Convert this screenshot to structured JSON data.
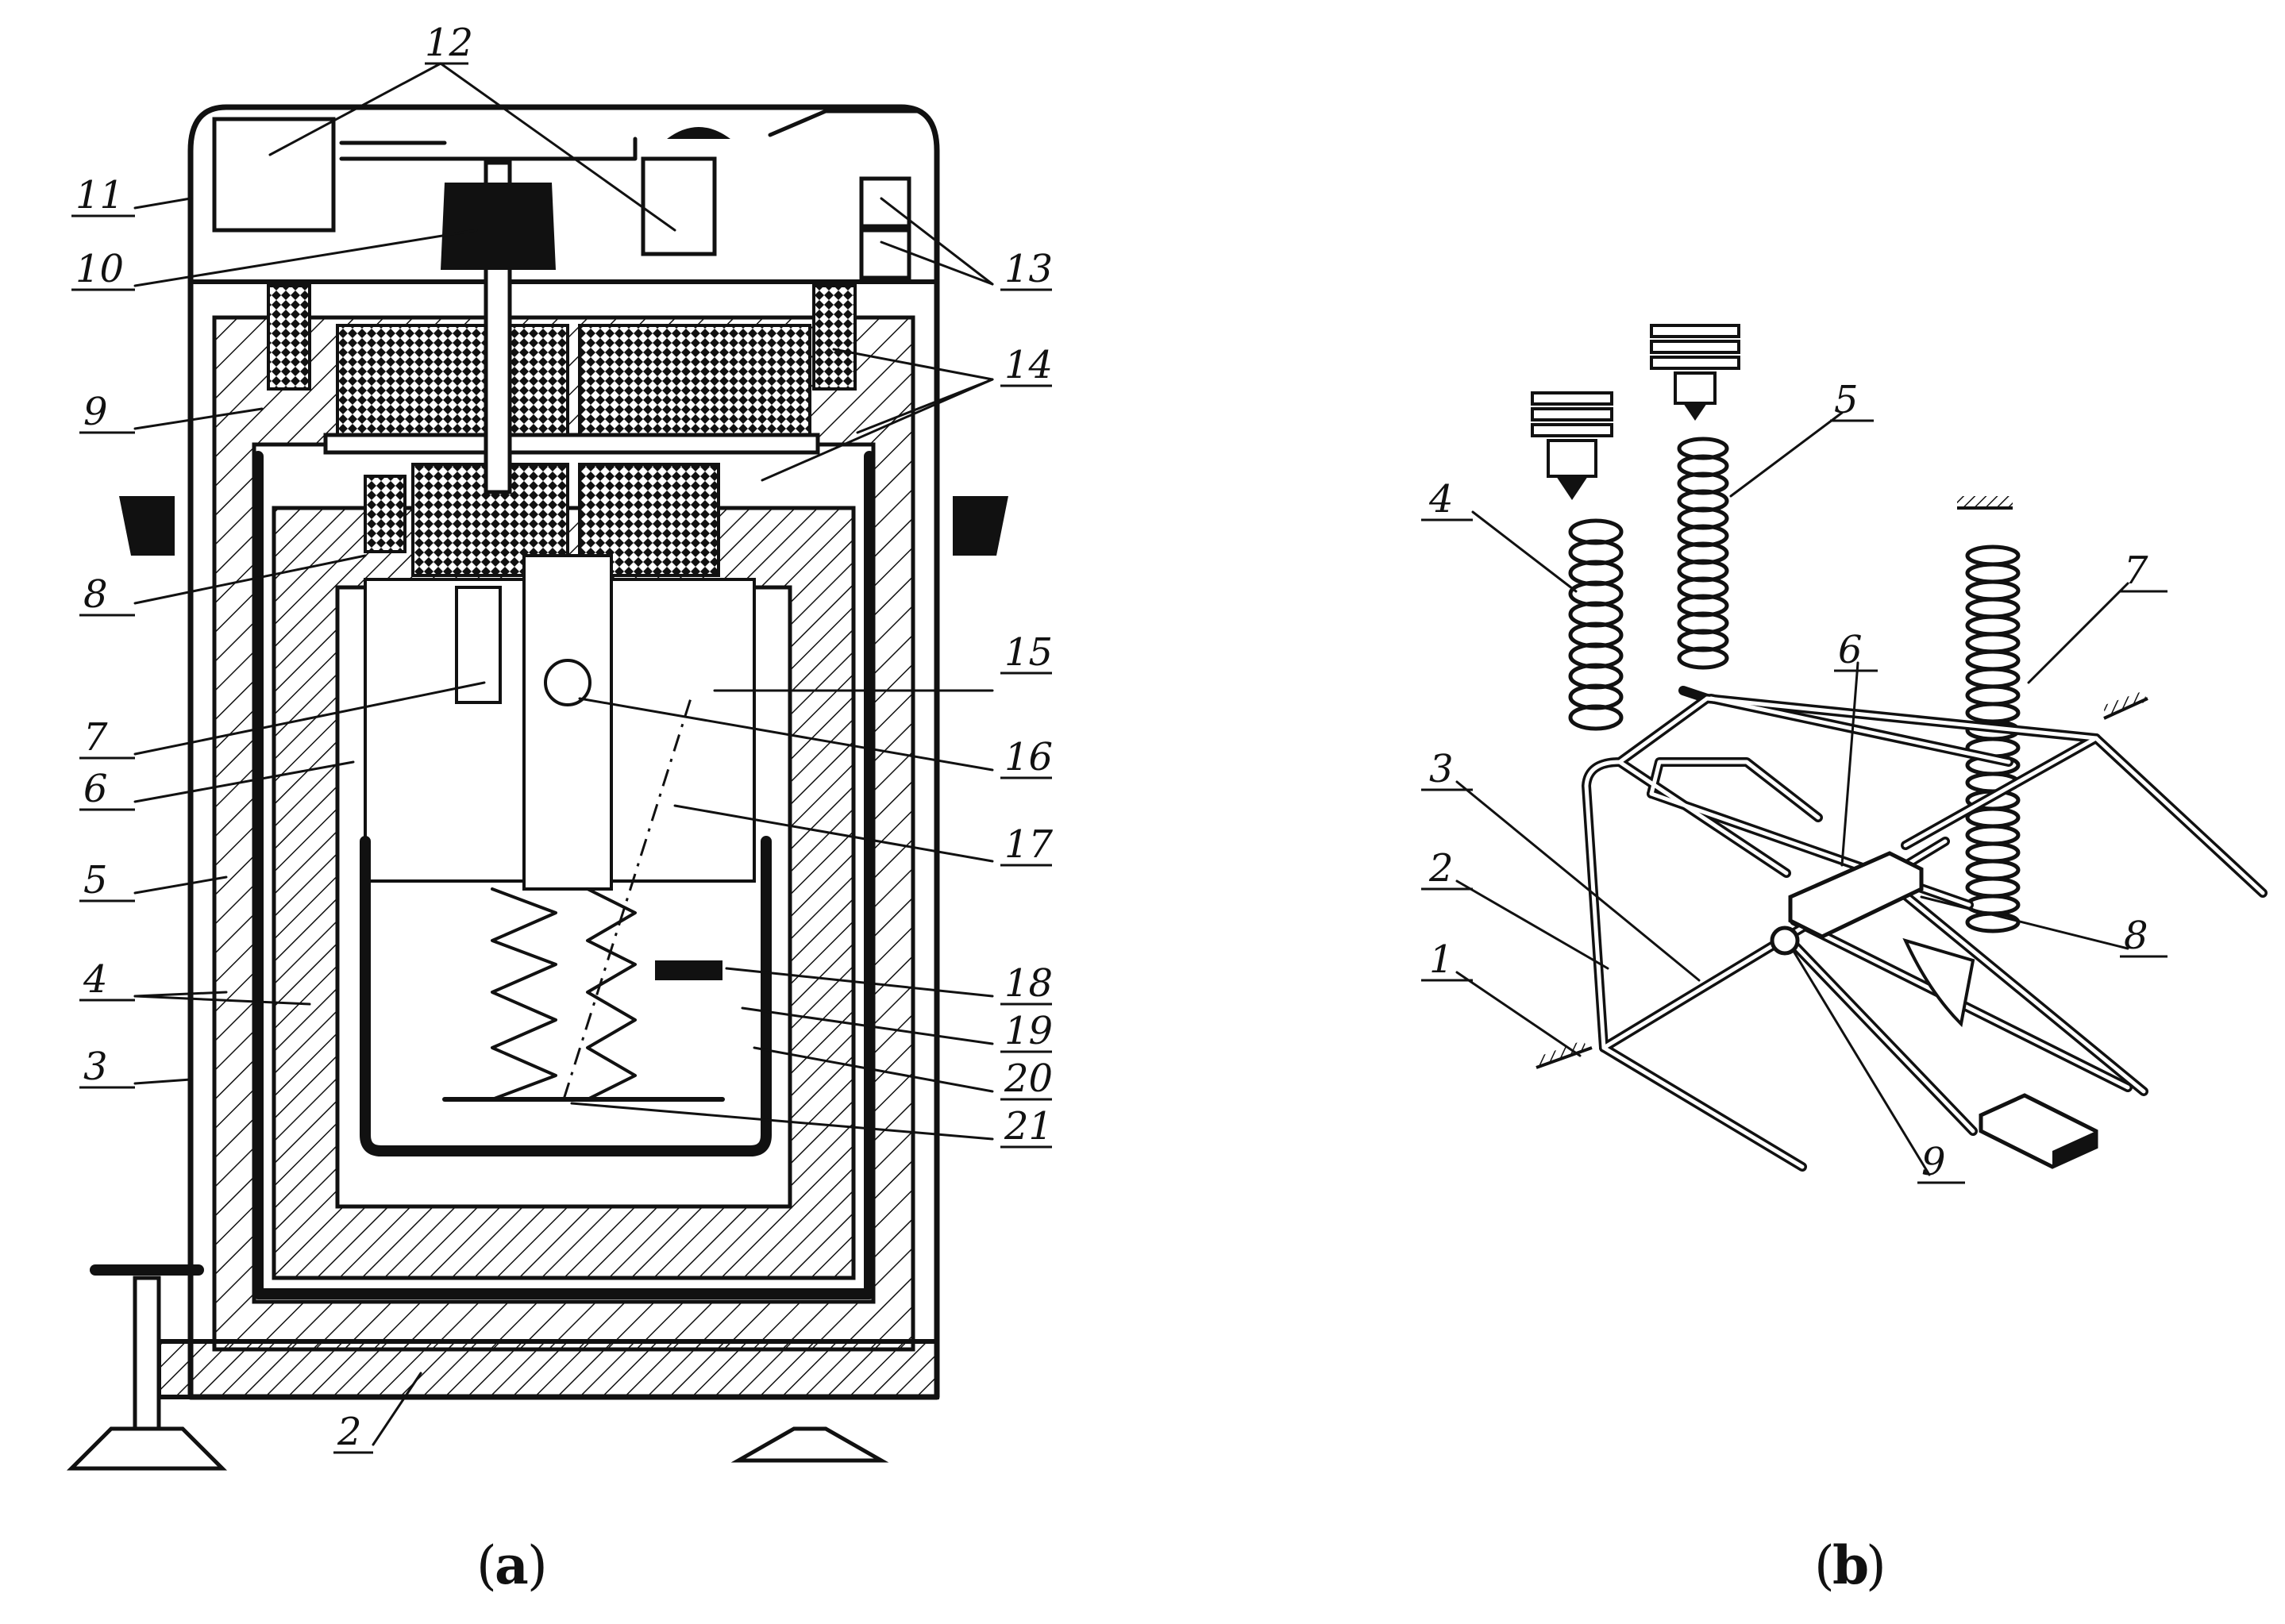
{
  "figure": {
    "panel_a": {
      "caption_letter": "a",
      "callouts": [
        "12",
        "11",
        "10",
        "13",
        "14",
        "9",
        "8",
        "15",
        "7",
        "16",
        "6",
        "17",
        "5",
        "18",
        "4",
        "19",
        "3",
        "20",
        "21",
        "2"
      ]
    },
    "panel_b": {
      "caption_letter": "b",
      "callouts": [
        "5",
        "4",
        "7",
        "6",
        "3",
        "2",
        "8",
        "1",
        "9"
      ]
    }
  }
}
